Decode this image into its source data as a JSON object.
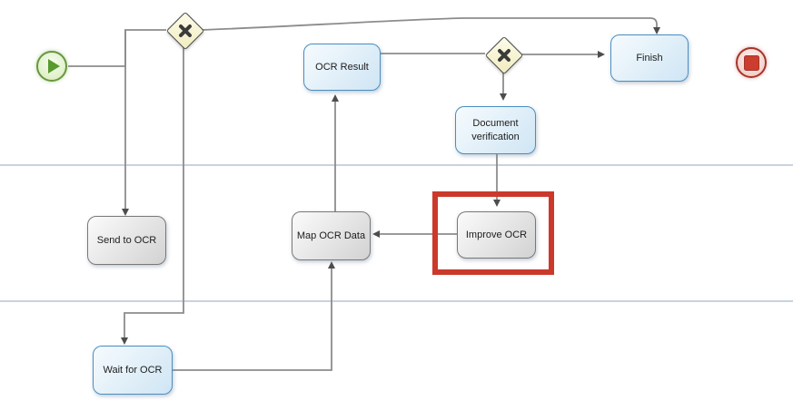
{
  "diagram_type": "bpmn-workflow",
  "nodes": {
    "start_event": {
      "icon": "play-icon"
    },
    "gateway_split": {
      "icon": "x-gateway-icon"
    },
    "gateway_merge": {
      "icon": "x-gateway-icon"
    },
    "ocr_result": {
      "label": "OCR Result"
    },
    "finish": {
      "label": "Finish"
    },
    "document_verification": {
      "label": "Document verification"
    },
    "send_to_ocr": {
      "label": "Send to OCR"
    },
    "map_ocr_data": {
      "label": "Map OCR Data"
    },
    "improve_ocr": {
      "label": "Improve OCR",
      "highlighted": true
    },
    "wait_for_ocr": {
      "label": "Wait for OCR"
    },
    "end_event": {
      "icon": "stop-icon"
    }
  },
  "lanes": {
    "count": 3,
    "divider_y": [
      182,
      332
    ]
  },
  "colors": {
    "task_blue_border": "#4a8ec2",
    "task_blue_fill_start": "#f6fbfe",
    "task_blue_fill_end": "#cfe5f4",
    "task_gray_border": "#787878",
    "task_gray_fill_start": "#fbfbfb",
    "task_gray_fill_end": "#d2d2d2",
    "gateway_border": "#4a4a4a",
    "gateway_fill_start": "#fdfce9",
    "gateway_fill_end": "#f1ecc0",
    "gateway_x": "#3b3b3b",
    "connector": "#8c8c8c",
    "arrowhead": "#4d4d4d",
    "lane_line": "#a8b9cc",
    "highlight": "#cb392b",
    "start_ring": "#67973c",
    "start_fill": "#ddf0c6",
    "start_play": "#579a2e",
    "end_ring": "#a5342a",
    "end_fill": "#f4cfc8",
    "end_stop": "#cb3d2e"
  }
}
